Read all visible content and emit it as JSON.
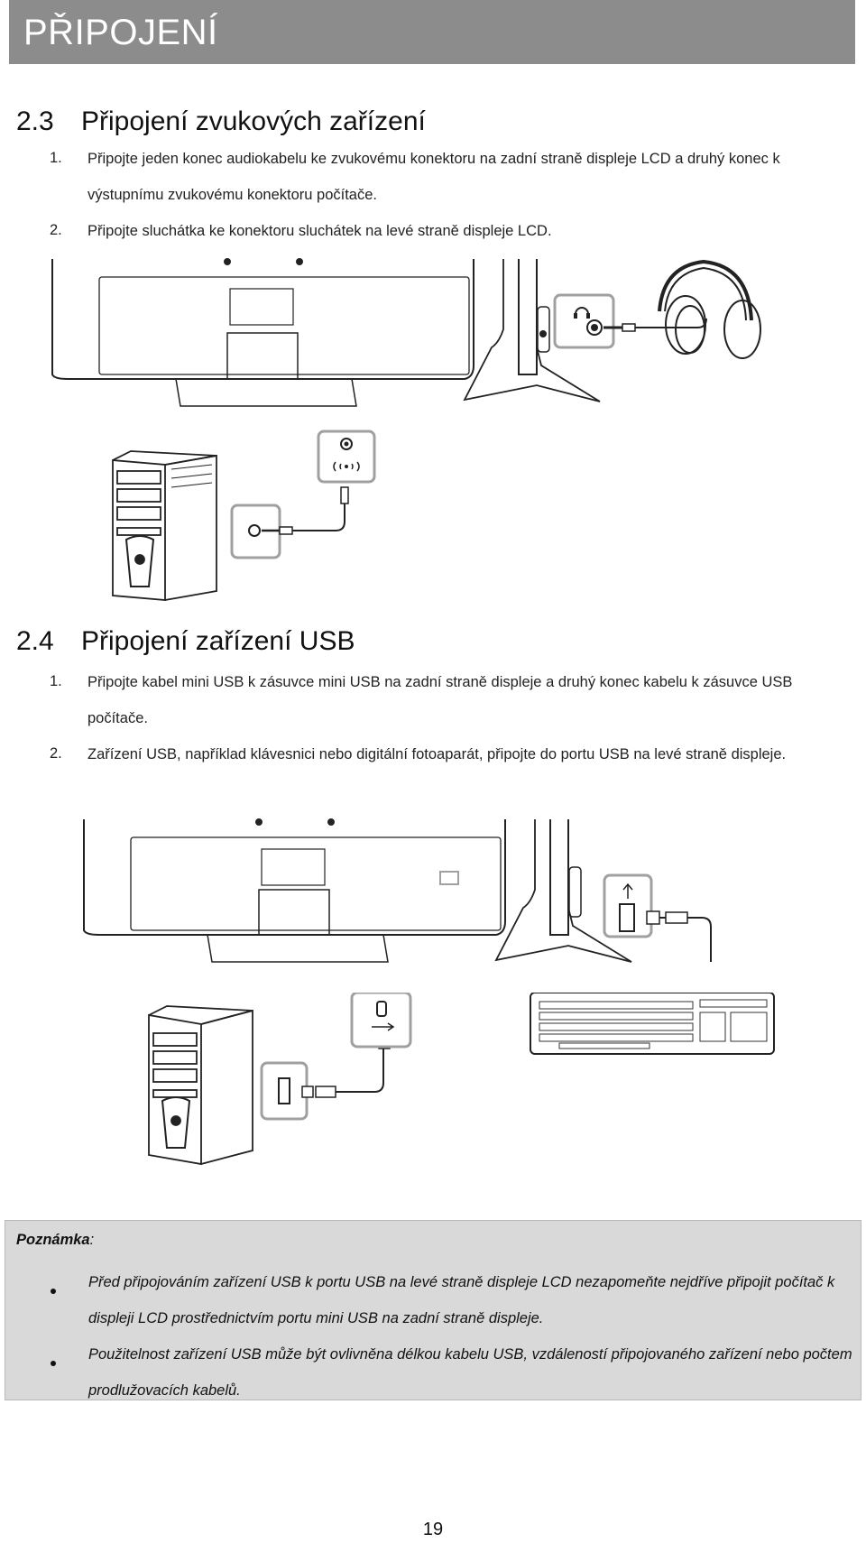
{
  "header": {
    "title": "PŘIPOJENÍ"
  },
  "sections": [
    {
      "number": "2.3",
      "title": "Připojení zvukových zařízení",
      "steps": [
        {
          "n": "1.",
          "text": "Připojte jeden konec audiokabelu ke zvukovému konektoru na zadní straně displeje LCD a druhý konec k výstupnímu zvukovému konektoru počítače."
        },
        {
          "n": "2.",
          "text": "Připojte sluchátka ke konektoru sluchátek na levé straně displeje LCD."
        }
      ]
    },
    {
      "number": "2.4",
      "title": "Připojení zařízení USB",
      "steps": [
        {
          "n": "1.",
          "text": "Připojte kabel mini USB k zásuvce mini USB na zadní straně displeje a druhý konec kabelu k zásuvce USB počítače."
        },
        {
          "n": "2.",
          "text": "Zařízení USB, například klávesnici nebo digitální fotoaparát, připojte do portu USB na levé straně displeje."
        }
      ]
    }
  ],
  "note": {
    "title": "Poznámka",
    "suffix": ":",
    "items": [
      "Před připojováním zařízení USB k portu USB na levé straně displeje LCD nezapomeňte nejdříve připojit počítač k displeji LCD prostřednictvím portu mini USB na zadní straně displeje.",
      "Použitelnost zařízení USB může být ovlivněna délkou kabelu USB, vzdáleností připojovaného zařízení nebo počtem prodlužovacích kabelů."
    ]
  },
  "page_number": "19",
  "icons": [
    "headphone-icon",
    "audio-out-icon",
    "usb-icon",
    "mini-usb-icon"
  ],
  "colors": {
    "header_bg": "#8c8c8c",
    "header_text": "#ffffff",
    "note_bg": "#d9d9d9",
    "callout_border": "#a0a0a0"
  }
}
